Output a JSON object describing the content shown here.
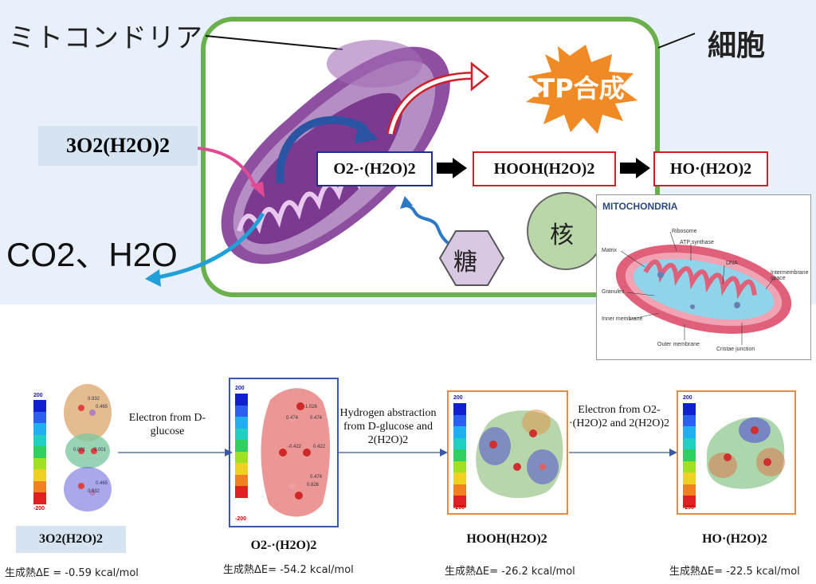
{
  "top": {
    "mitochondria_label": "ミトコンドリア",
    "cell_label": "細胞",
    "atp_label": "ATP合成",
    "o2_water_label": "3O2(H2O)2",
    "co2_label": "CO2、H2O",
    "sugar_label": "糖",
    "nucleus_label": "核",
    "chain": [
      "O2-·(H2O)2",
      "HOOH(H2O)2",
      "HO·(H2O)2"
    ]
  },
  "inset": {
    "title": "MITOCHONDRIA",
    "labels": [
      "Ribosome",
      "ATP synthase",
      "Matrix",
      "DNA",
      "Intermembrane space",
      "Granules",
      "Inner membrane",
      "Outer membrane",
      "Cristae junction"
    ]
  },
  "bottom": {
    "colorscale_max": "200",
    "colorscale_min": "-200",
    "molecules": [
      {
        "name": "3O2(H2O)2",
        "energy": "生成熱ΔE = -0.59 kcal/mol",
        "charges": [
          "0.932",
          "0.465",
          "0.001",
          "0.001",
          "0.465",
          "0.932"
        ]
      },
      {
        "name": "O2-·(H2O)2",
        "energy": "生成熱ΔE= -54.2 kcal/mol",
        "charges": [
          "-1.026",
          "0.474",
          "0.474",
          "-0.422",
          "0.422",
          "0.474",
          "0.826"
        ]
      },
      {
        "name": "HOOH(H2O)2",
        "energy": "生成熱ΔE= -26.2 kcal/mol"
      },
      {
        "name": "HO·(H2O)2",
        "energy": "生成熱ΔE= -22.5 kcal/mol"
      }
    ],
    "steps": [
      "Electron from D-glucose",
      "Hydrogen abstraction from D-glucose and 2(H2O)2",
      "Electron from O2-·(H2O)2 and 2(H2O)2"
    ]
  },
  "colors": {
    "cell_border": "#6ab04c",
    "mitochondria": "#8e4fa0",
    "atp_burst": "#f08a24",
    "box_blue": "#1f2f8f",
    "box_red": "#d11f2a",
    "panel_blue": "#3a5aa8",
    "panel_orange": "#e58b3a"
  }
}
